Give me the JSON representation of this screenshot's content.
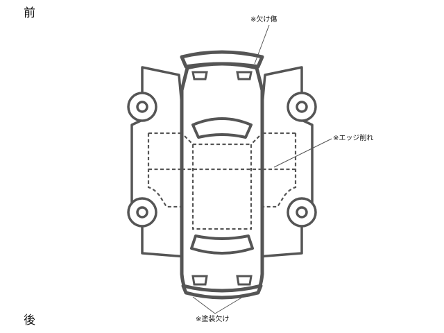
{
  "labels": {
    "front": "前",
    "rear": "後"
  },
  "annotations": {
    "chip_scratch": "※欠け傷",
    "edge_wear": "※エッジ削れ",
    "paint_chip": "※塗装欠け"
  },
  "colors": {
    "outline": "#555555",
    "background": "#ffffff",
    "text": "#111111"
  }
}
